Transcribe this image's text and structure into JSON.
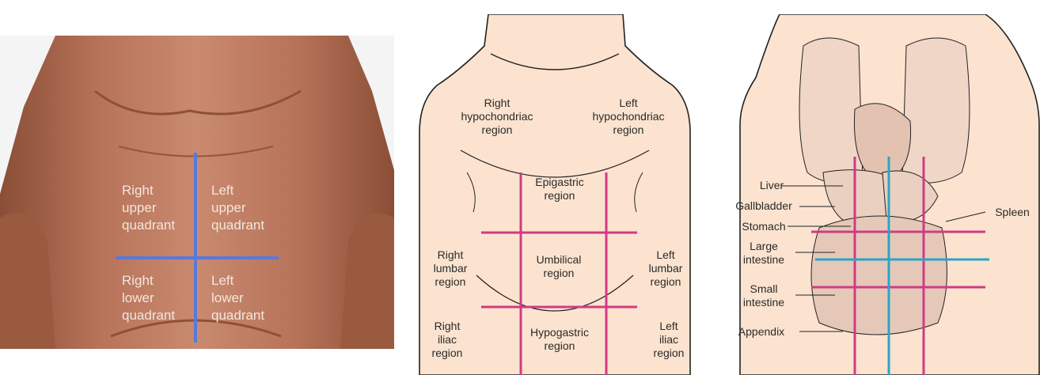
{
  "colors": {
    "background": "#ffffff",
    "skin_photo": "#b8755a",
    "skin_line": "#fbe3cf",
    "quadrant_line": "#5b78d8",
    "region_line": "#cf3b86",
    "organ_line_teal": "#2ba5c5"
  },
  "quadrants": {
    "ruq": "Right\nupper\nquadrant",
    "luq": "Left\nupper\nquadrant",
    "rlq": "Right\nlower\nquadrant",
    "llq": "Left\nlower\nquadrant"
  },
  "regions": {
    "right_hypochondriac": "Right\nhypochondriac\nregion",
    "left_hypochondriac": "Left\nhypochondriac\nregion",
    "epigastric": "Epigastric\nregion",
    "right_lumbar": "Right\nlumbar\nregion",
    "umbilical": "Umbilical\nregion",
    "left_lumbar": "Left\nlumbar\nregion",
    "right_iliac": "Right\niliac\nregion",
    "hypogastric": "Hypogastric\nregion",
    "left_iliac": "Left\niliac\nregion"
  },
  "organs": {
    "liver": "Liver",
    "gallbladder": "Gallbladder",
    "stomach": "Stomach",
    "large_intestine": "Large\nintestine",
    "small_intestine": "Small\nintestine",
    "appendix": "Appendix",
    "spleen": "Spleen"
  }
}
